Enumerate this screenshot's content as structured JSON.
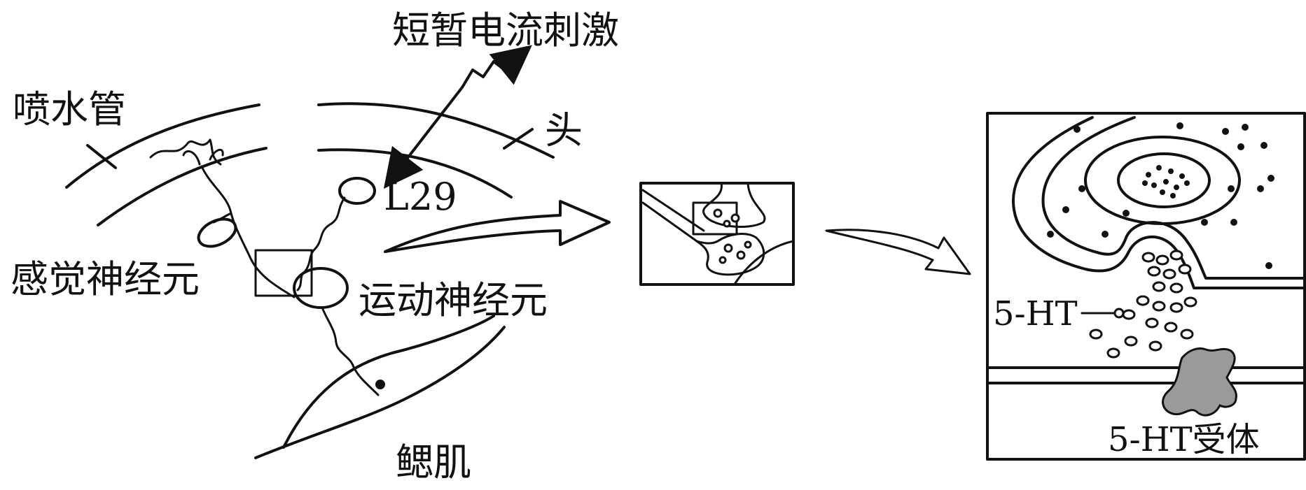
{
  "labels": {
    "stimulus": "短暂电流刺激",
    "siphon": "喷水管",
    "head": "头",
    "l29": "L29",
    "sensory_neuron": "感觉神经元",
    "motor_neuron": "运动神经元",
    "gill_muscle": "鳃肌",
    "serotonin": "5-HT",
    "receptor": "5-HT受体"
  }
}
